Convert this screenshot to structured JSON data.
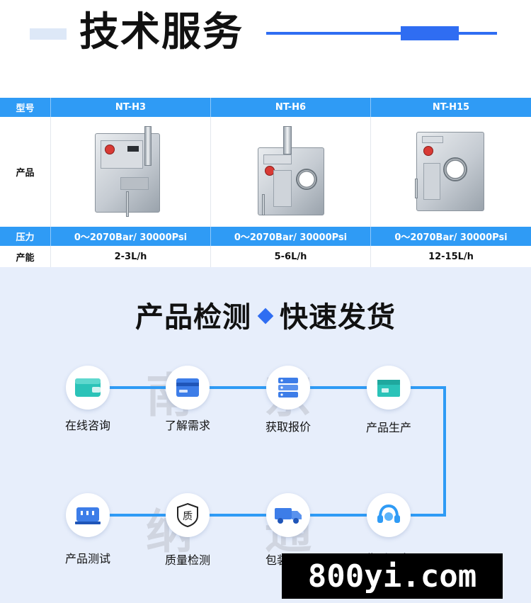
{
  "header": {
    "title": "技术服务"
  },
  "spec_table": {
    "row_labels": {
      "model": "型号",
      "product": "产品",
      "pressure": "压力",
      "capacity": "产能"
    },
    "models": [
      {
        "name": "NT-H3",
        "pressure": "0～2070Bar/ 30000Psi",
        "capacity": "2-3L/h"
      },
      {
        "name": "NT-H6",
        "pressure": "0～2070Bar/ 30000Psi",
        "capacity": "5-6L/h"
      },
      {
        "name": "NT-H15",
        "pressure": "0～2070Bar/ 30000Psi",
        "capacity": "12-15L/h"
      }
    ]
  },
  "process": {
    "title_left": "产品检测",
    "title_right": "快速发货",
    "steps": [
      {
        "label": "在线咨询",
        "icon": "wallet-icon"
      },
      {
        "label": "了解需求",
        "icon": "card-icon"
      },
      {
        "label": "获取报价",
        "icon": "database-icon"
      },
      {
        "label": "产品生产",
        "icon": "box-icon"
      },
      {
        "label": "产品测试",
        "icon": "test-bench-icon"
      },
      {
        "label": "质量检测",
        "icon": "quality-shield-icon"
      },
      {
        "label": "包装运输",
        "icon": "truck-icon"
      },
      {
        "label": "售后服务",
        "icon": "headset-icon"
      }
    ],
    "watermark": [
      "南",
      "京",
      "纳",
      "通"
    ]
  },
  "site_badge": "800yi.com",
  "colors": {
    "accent": "#2f9bf5",
    "title_blue": "#2f6df2",
    "icon_teal": "#2bc3b8",
    "icon_blue": "#3d7de8"
  }
}
